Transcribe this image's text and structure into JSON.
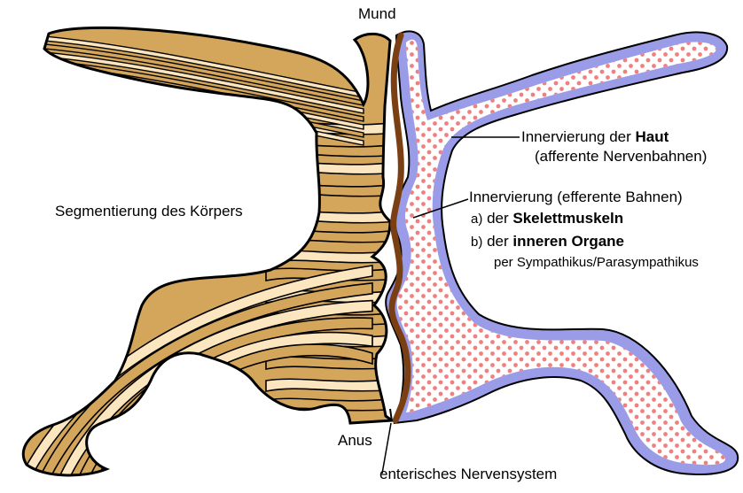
{
  "colors": {
    "segment_dark": "#d4a65c",
    "segment_light": "#fbe6c0",
    "outline": "#000000",
    "skin_border": "#9a9ce8",
    "dots": "#f08080",
    "enteric": "#7b3f14"
  },
  "labels": {
    "mund": "Mund",
    "anus": "Anus",
    "segmentierung": "Segmentierung des Körpers",
    "haut_line1_prefix": "Innervierung der ",
    "haut_line1_bold": "Haut",
    "haut_line2": "(afferente Nervenbahnen)",
    "innerv_line1": "Innervierung (efferente Bahnen)",
    "a_prefix": "a)",
    "a_der": "der ",
    "a_bold": "Skelettmuskeln",
    "b_prefix": "b)",
    "b_der": "der ",
    "b_bold": "inneren Organe",
    "b_sub": "per Sympathikus/Parasympathikus",
    "enterisch": "enterisches Nervensystem"
  }
}
